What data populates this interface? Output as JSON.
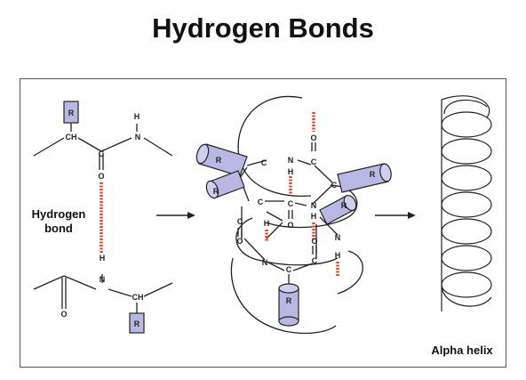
{
  "title": "Hydrogen Bonds",
  "labels": {
    "hbond_line1": "Hydrogen",
    "hbond_line2": "bond",
    "alpha_helix": "Alpha helix"
  },
  "atoms": {
    "r": "R",
    "ch": "CH",
    "c": "C",
    "n": "N",
    "h": "H",
    "o": "O"
  },
  "colors": {
    "hbond": "#e8442a",
    "r_group_fill": "#b9b8e4",
    "stroke": "#222222"
  }
}
